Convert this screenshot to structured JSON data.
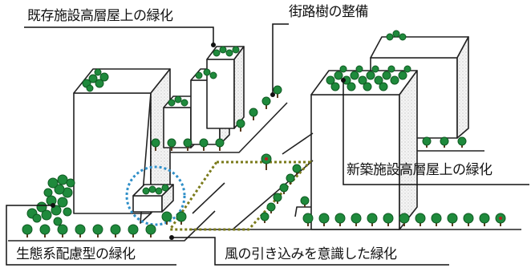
{
  "labels": {
    "existing_rooftop": "既存施設高層屋上の緑化",
    "street_trees": "街路樹の整備",
    "new_rooftop": "新築施設高層屋上の緑化",
    "ecosystem": "生態系配慮型の緑化",
    "wind_corridor": "風の引き込みを意識した緑化"
  },
  "colors": {
    "tree_green": "#1f8a3c",
    "tree_dark": "#0f5a22",
    "trunk": "#5a3a1e",
    "wind_path": "#7a7a1a",
    "eco_circle": "#2f8fc8",
    "accent_red": "#b32020"
  }
}
